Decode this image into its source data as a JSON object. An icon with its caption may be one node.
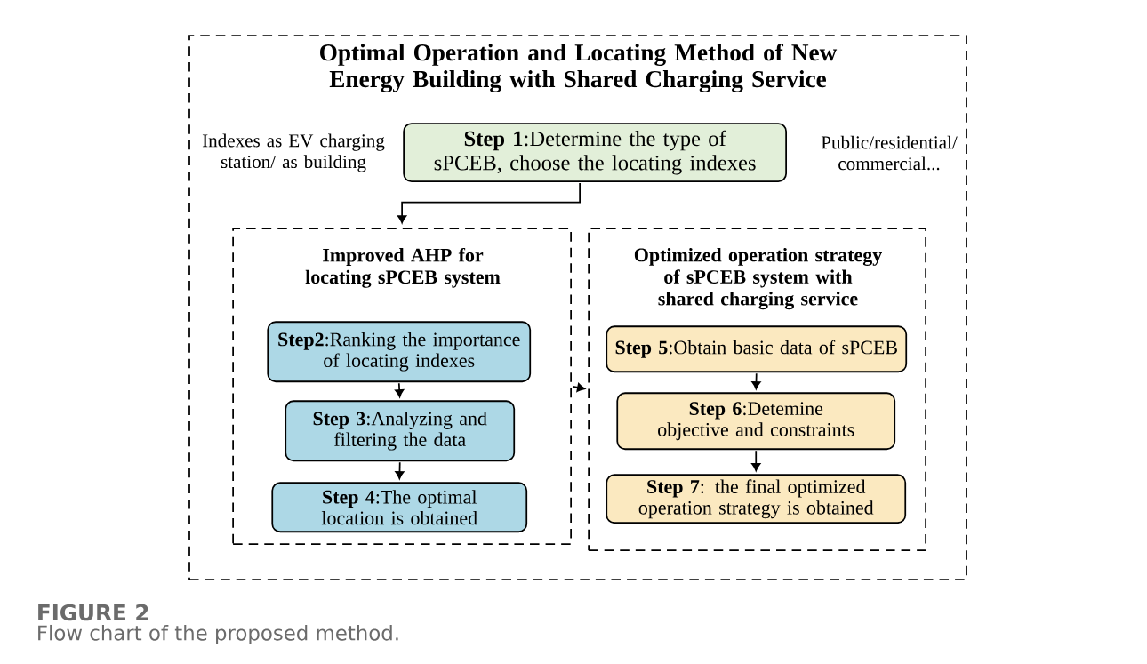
{
  "diagram": {
    "caption": "Flow chart of the proposed method.",
    "nodes": [
      {
        "text": [
          "Optimal Operation and Locating Method of New Energy Building with Shared Charging Service"
        ]
      },
      {
        "text": [
          "**Step 1**:Determine the type of sPCEB, choose the locating indexes"
        ],
        "in": 0,
        "beside": [
          "Indexes as EV charging station/ as building",
          "Public/residential/ commercial..."
        ]
      },
      {
        "text": [
          "Improved AHP for locating sPCEB system"
        ],
        "in": 0
      },
      {
        "text": [
          "**Step2**:Ranking the importance of locating indexes"
        ],
        "in": 2
      },
      {
        "text": [
          "**Step 3**:Analyzing and filtering the data"
        ],
        "in": 2
      },
      {
        "text": [
          "**Step 4**:The optimal location is obtained"
        ],
        "in": 2
      },
      {
        "text": [
          "Optimized operation strategy of sPCEB system with shared charging service"
        ],
        "in": 0
      },
      {
        "text": [
          "**Step 5**:Obtain basic data of sPCEB"
        ],
        "in": 6
      },
      {
        "text": [
          "**Step 6**:Detemine objective and constraints"
        ],
        "in": 6
      },
      {
        "text": [
          "**Step 7**: the final optimized operation strategy is obtained"
        ],
        "in": 6
      }
    ],
    "edges": [
      {
        "from": 1,
        "to": 2,
        "arrow": "to"
      },
      {
        "from": 2,
        "to": 6,
        "arrow": "to"
      },
      {
        "from": 3,
        "to": 4,
        "arrow": "to"
      },
      {
        "from": 4,
        "to": 5,
        "arrow": "to"
      },
      {
        "from": 7,
        "to": 8,
        "arrow": "to"
      },
      {
        "from": 8,
        "to": 9,
        "arrow": "to"
      }
    ],
    "labels": [
      "FIGURE 2"
    ]
  }
}
